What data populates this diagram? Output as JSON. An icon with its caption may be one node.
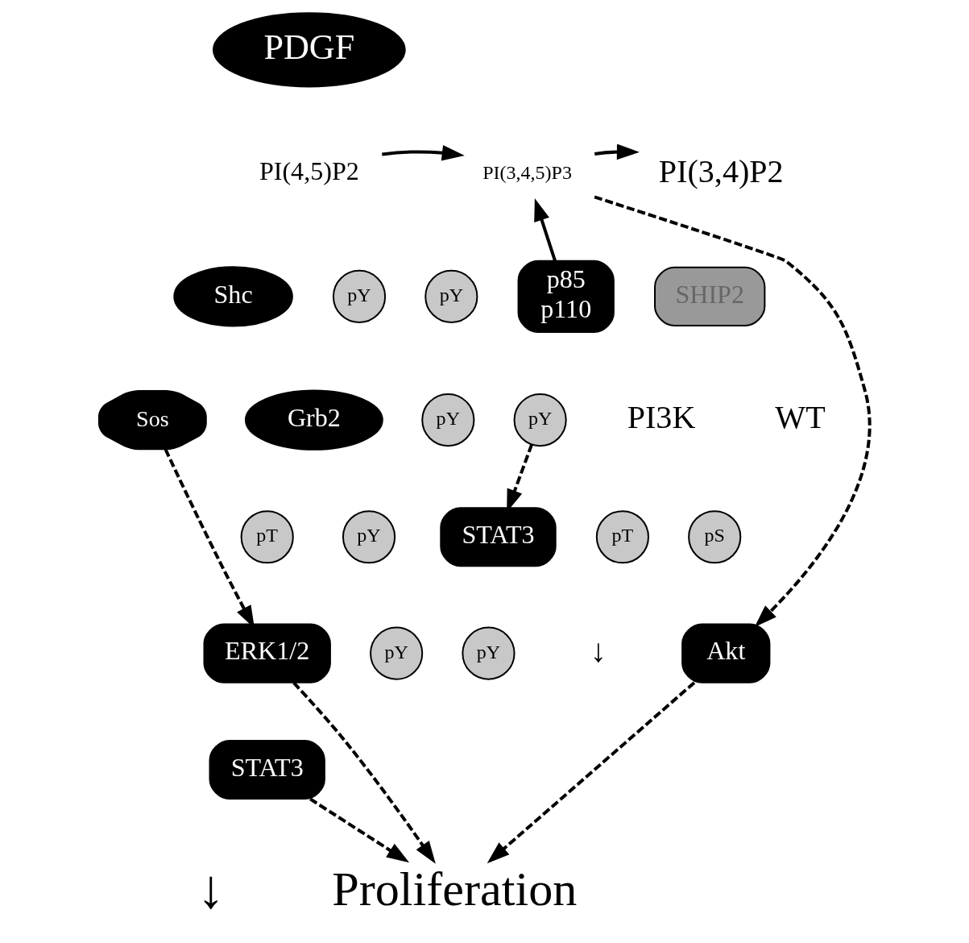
{
  "diagram": {
    "nodes": [
      {
        "text": [
          "PDGF"
        ]
      },
      {
        "text": [
          "Shc"
        ]
      },
      {
        "text": [
          "pY"
        ]
      },
      {
        "text": [
          "pY"
        ]
      },
      {
        "text": [
          "p85",
          "p110"
        ],
        "beside": [
          "PI3K"
        ]
      },
      {
        "text": [
          "PI(4,5)P2"
        ]
      },
      {
        "text": [
          "PI(3,4,5)P3"
        ]
      },
      {
        "text": [
          "PI(3,4)P2"
        ]
      },
      {
        "text": [
          "SHIP2"
        ],
        "beside": [
          "WT"
        ]
      },
      {
        "text": [
          "Grb2"
        ]
      },
      {
        "text": [
          "pY"
        ]
      },
      {
        "text": [
          "pY"
        ]
      },
      {
        "text": [
          "Sos"
        ]
      },
      {
        "text": [
          "pT"
        ]
      },
      {
        "text": [
          "pY"
        ]
      },
      {
        "text": [
          "ERK1/2"
        ]
      },
      {
        "text": [
          "STAT3"
        ]
      },
      {
        "text": [
          "pY"
        ]
      },
      {
        "text": [
          "pY"
        ]
      },
      {
        "text": [
          "STAT3"
        ]
      },
      {
        "text": [
          "pT"
        ]
      },
      {
        "text": [
          "pS"
        ]
      },
      {
        "text": [
          "Akt"
        ],
        "beside": [
          "↓"
        ]
      },
      {
        "text": [
          "Proliferation"
        ],
        "beside": [
          "↓"
        ]
      }
    ],
    "edges": [
      {
        "from": 5,
        "to": 6,
        "arrow": "to"
      },
      {
        "from": 4,
        "to": 6,
        "arrow": "to"
      },
      {
        "from": 6,
        "to": 7,
        "arrow": "to"
      },
      {
        "from": 12,
        "to": 15,
        "arrow": "to",
        "style": "dashed"
      },
      {
        "from": 11,
        "to": 16,
        "arrow": "to",
        "style": "dashed"
      },
      {
        "from": 6,
        "to": 22,
        "arrow": "to",
        "style": "dashed"
      },
      {
        "from": 15,
        "to": 23,
        "arrow": "to",
        "style": "dashed"
      },
      {
        "from": 19,
        "to": 23,
        "arrow": "to",
        "style": "dashed"
      },
      {
        "from": 22,
        "to": 23,
        "arrow": "to",
        "style": "dashed"
      }
    ]
  }
}
